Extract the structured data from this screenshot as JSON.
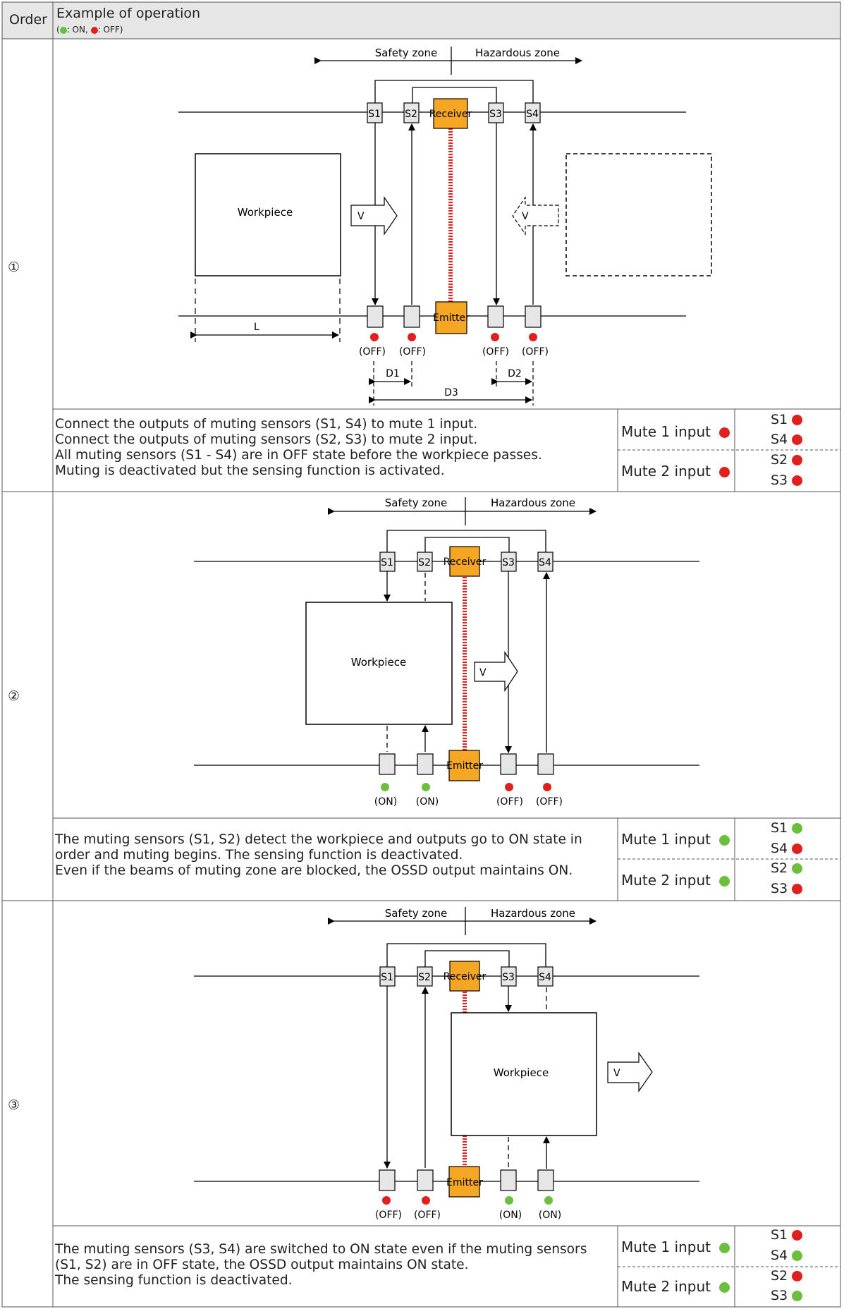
{
  "colors": {
    "on": "#6cbf3d",
    "off": "#e0201d",
    "device": "#f5a623",
    "header_bg": "#e6e6e6",
    "beam": "#e0201d"
  },
  "header": {
    "order": "Order",
    "example": "Example of operation",
    "legend_on": ": ON,",
    "legend_off": ": OFF)",
    "legend_open": "("
  },
  "labels": {
    "safety_zone": "Safety zone",
    "hazardous_zone": "Hazardous zone",
    "receiver": "Receiver",
    "emitter": "Emitter",
    "workpiece": "Workpiece",
    "velocity": "V",
    "s1": "S1",
    "s2": "S2",
    "s3": "S3",
    "s4": "S4",
    "length": "L",
    "d1": "D1",
    "d2": "D2",
    "d3": "D3",
    "off": "(OFF)",
    "on": "(ON)",
    "mute1": "Mute 1 input",
    "mute2": "Mute 2 input"
  },
  "rows": [
    {
      "order": "①",
      "description": [
        "Connect the outputs of muting sensors (S1, S4) to mute 1 input.",
        "Connect the outputs of muting sensors (S2, S3) to mute 2 input.",
        "All muting sensors (S1 - S4) are in OFF state before the workpiece passes.",
        "Muting is deactivated but the sensing function is activated."
      ],
      "mute1": "off",
      "mute2": "off",
      "s1": "off",
      "s4": "off",
      "s2": "off",
      "s3": "off",
      "sensor_states": [
        "(OFF)",
        "(OFF)",
        "(OFF)",
        "(OFF)"
      ]
    },
    {
      "order": "②",
      "description": [
        "The muting sensors (S1, S2) detect the workpiece and outputs go to ON state in",
        "order and muting begins. The sensing function is deactivated.",
        "Even if the beams of muting zone are blocked, the OSSD output maintains ON."
      ],
      "mute1": "on",
      "mute2": "on",
      "s1": "on",
      "s4": "off",
      "s2": "on",
      "s3": "off",
      "sensor_states": [
        "(ON)",
        "(ON)",
        "(OFF)",
        "(OFF)"
      ]
    },
    {
      "order": "③",
      "description": [
        "The muting sensors (S3, S4) are switched to ON state even if the muting sensors",
        "(S1, S2) are in OFF state, the OSSD output maintains ON state.",
        "The sensing function is deactivated."
      ],
      "mute1": "on",
      "mute2": "on",
      "s1": "off",
      "s4": "on",
      "s2": "off",
      "s3": "on",
      "sensor_states": [
        "(OFF)",
        "(OFF)",
        "(ON)",
        "(ON)"
      ]
    }
  ]
}
